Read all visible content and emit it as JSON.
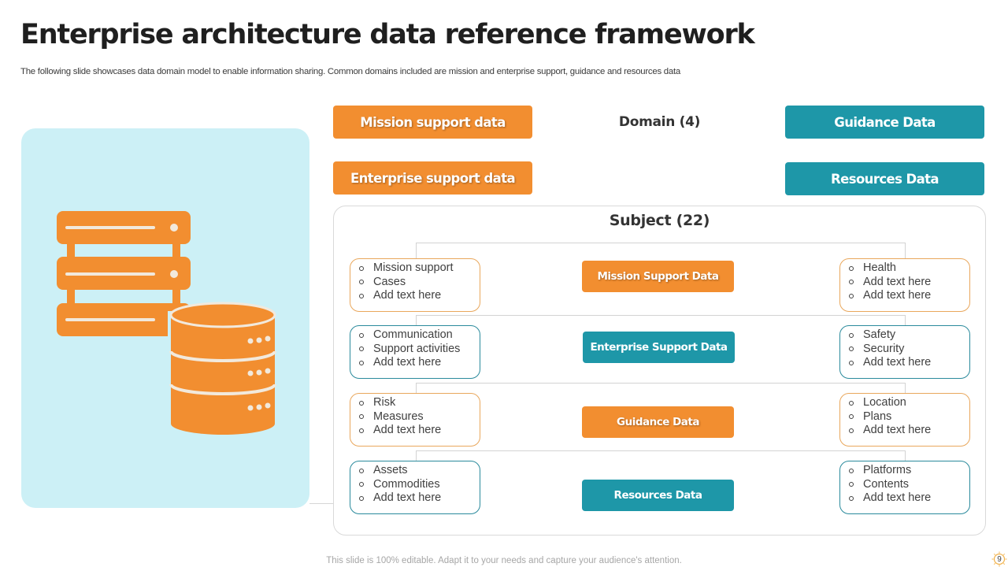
{
  "slide": {
    "title": "Enterprise architecture data reference framework",
    "subtitle": "The following slide showcases data domain model to enable information sharing. Common domains included are mission and enterprise support, guidance and resources data",
    "footer": "This slide is 100% editable. Adapt it to your needs and capture your audience's attention.",
    "page_number": "9"
  },
  "illustration": {
    "icon": "server-database-icon",
    "panel_color": "#ccf0f6",
    "icon_color": "#f28e30"
  },
  "domain": {
    "label": "Domain (4)",
    "items": [
      {
        "label": "Mission support data",
        "color": "orange"
      },
      {
        "label": "Enterprise support data",
        "color": "orange"
      },
      {
        "label": "Guidance Data",
        "color": "teal"
      },
      {
        "label": "Resources Data",
        "color": "teal"
      }
    ]
  },
  "subject": {
    "label": "Subject (22)",
    "rows": [
      {
        "category": "Mission Support Data",
        "color": "orange",
        "left": [
          "Mission support",
          "Cases",
          "Add text here"
        ],
        "right": [
          "Health",
          "Add text here",
          "Add text here"
        ]
      },
      {
        "category": "Enterprise Support Data",
        "color": "teal",
        "left": [
          "Communication",
          "Support activities",
          "Add text here"
        ],
        "right": [
          "Safety",
          "Security",
          "Add text here"
        ]
      },
      {
        "category": "Guidance Data",
        "color": "orange",
        "left": [
          "Risk",
          "Measures",
          "Add text here"
        ],
        "right": [
          "Location",
          "Plans",
          "Add text here"
        ]
      },
      {
        "category": "Resources Data",
        "color": "teal",
        "left": [
          "Assets",
          "Commodities",
          "Add text here"
        ],
        "right": [
          "Platforms",
          "Contents",
          "Add text here"
        ]
      }
    ]
  },
  "colors": {
    "orange": "#f28e30",
    "teal": "#1e97a8",
    "orange_border": "#e9a75c",
    "teal_border": "#2a8a9c"
  }
}
